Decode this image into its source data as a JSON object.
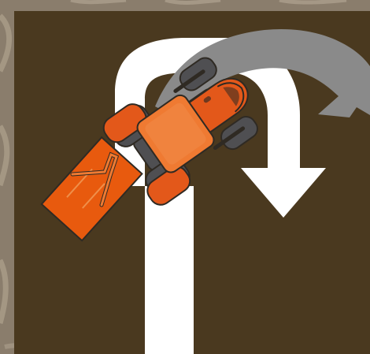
{
  "scene": {
    "subject": "tractor-u-turn-illustration",
    "colors": {
      "field": "#4a391f",
      "soil_texture": "#8a7d6c",
      "straight_path": "#ffffff",
      "turn_arrow": "#ffffff",
      "secondary_turn_arrow": "#8a8a8a",
      "tractor_body": "#ef7a32",
      "tractor_body_dark": "#e3581a",
      "implement": "#e85a0e",
      "tires": "#4f4f52",
      "outline": "#2f2a23"
    },
    "elements": [
      "straight-travel-path",
      "u-turn-arrow",
      "secondary-turn-arrow",
      "tractor",
      "rear-implement"
    ]
  }
}
